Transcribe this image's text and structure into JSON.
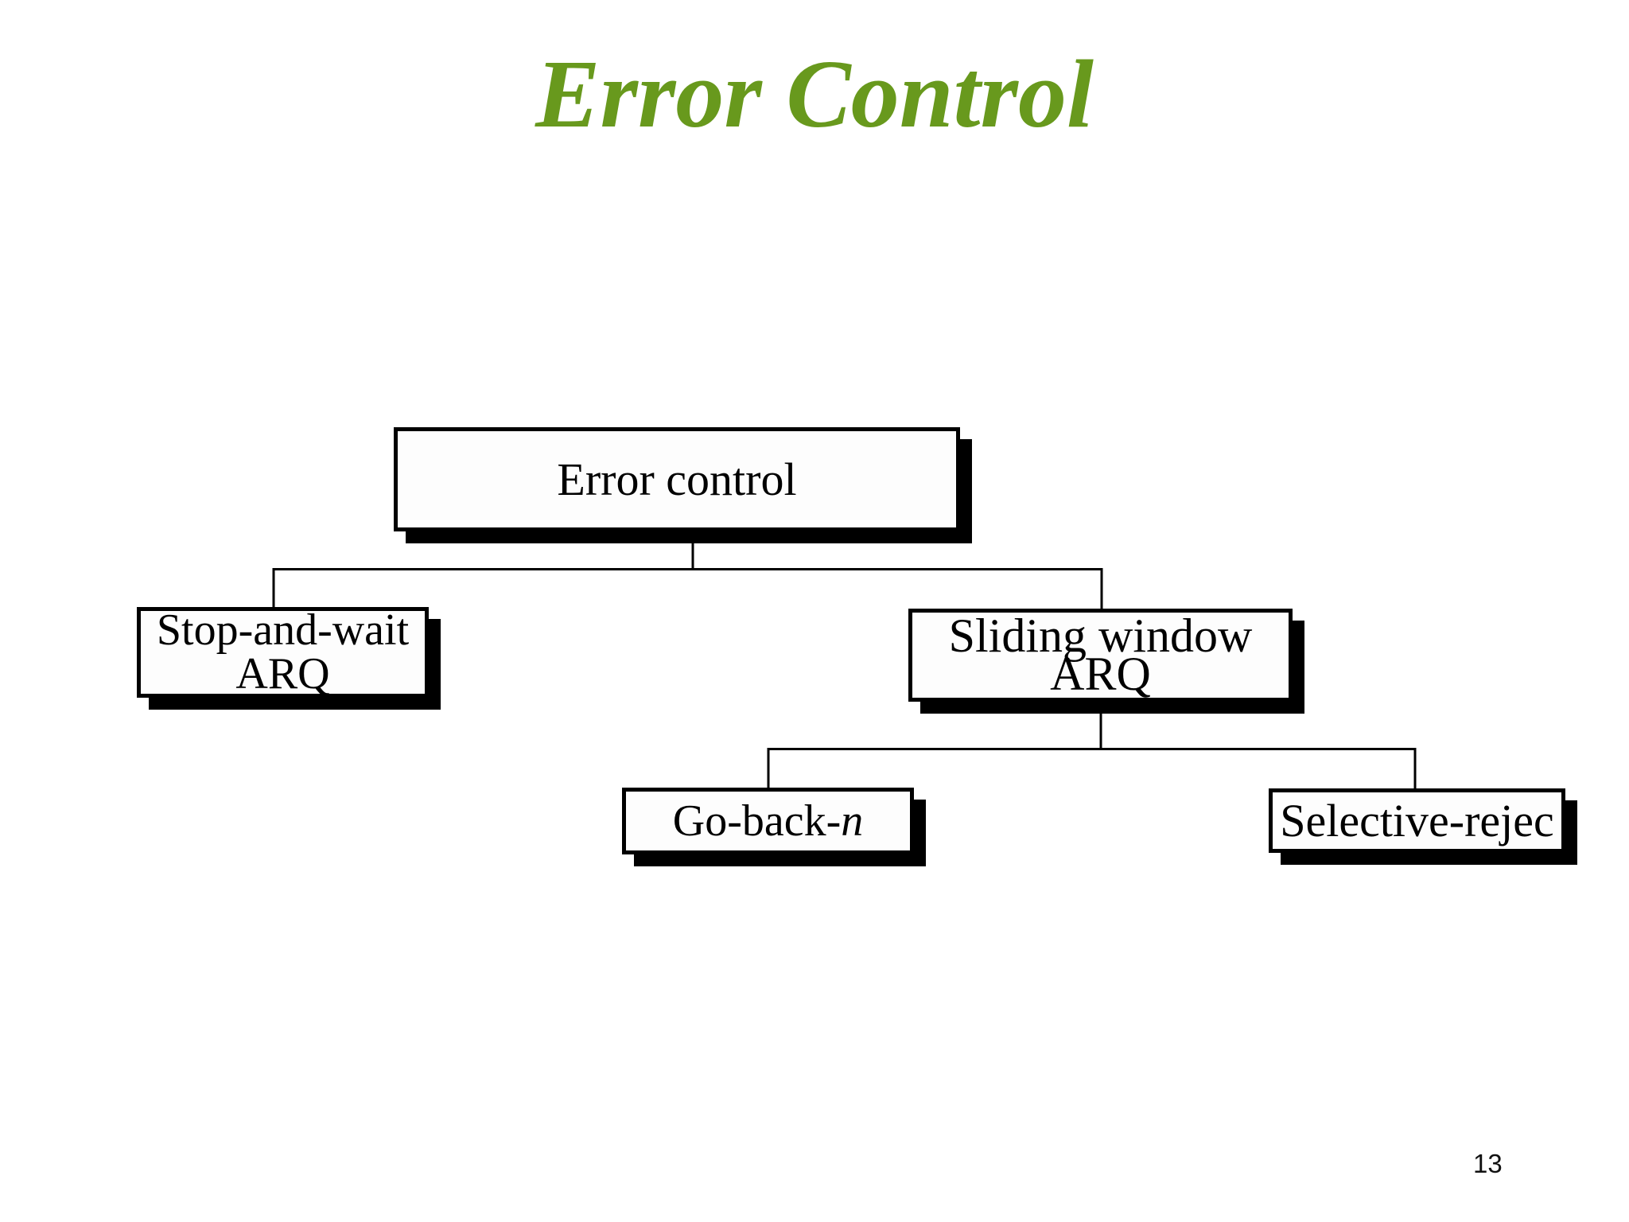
{
  "title": {
    "text": "Error Control",
    "color": "#68991D"
  },
  "page_number": "13",
  "diagram": {
    "root": {
      "label": "Error control"
    },
    "level1": [
      {
        "id": "stop-and-wait-arq",
        "line1": "Stop-and-wait",
        "line2": "ARQ"
      },
      {
        "id": "sliding-window-arq",
        "line1": "Sliding window",
        "line2": "ARQ"
      }
    ],
    "level2": [
      {
        "id": "go-back-n",
        "text_roman": "Go-back-",
        "text_italic": "n"
      },
      {
        "id": "selective-reject",
        "label": "Selective-rejec"
      }
    ]
  },
  "colors": {
    "box_border": "#000000",
    "box_shadow": "#000000",
    "box_fill": "#fdfdfd",
    "connector": "#000000",
    "background": "#ffffff"
  }
}
